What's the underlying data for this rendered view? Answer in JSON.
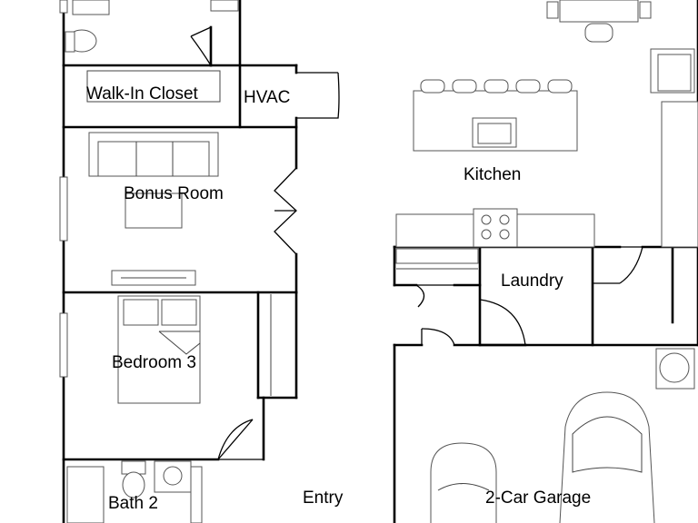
{
  "rooms": {
    "walk_in_closet": "Walk-In Closet",
    "hvac": "HVAC",
    "kitchen": "Kitchen",
    "bonus_room": "Bonus Room",
    "laundry": "Laundry",
    "bedroom_3": "Bedroom 3",
    "bath_2": "Bath 2",
    "entry": "Entry",
    "garage": "2-Car Garage"
  }
}
